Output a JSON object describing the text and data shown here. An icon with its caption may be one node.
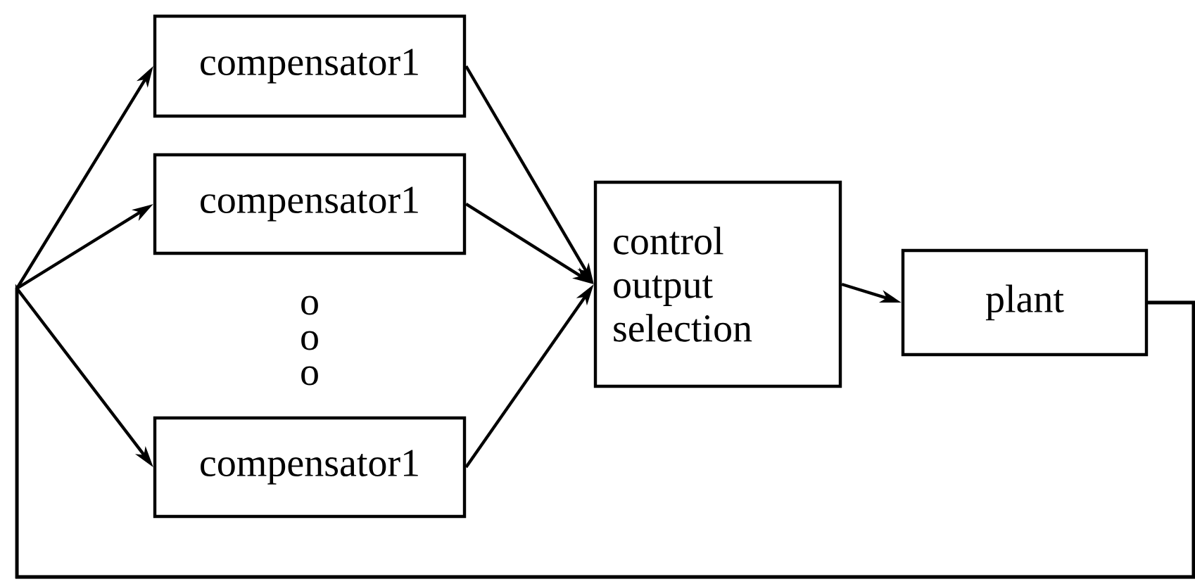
{
  "diagram": {
    "nodes": [
      {
        "text": [
          "compensator1"
        ]
      },
      {
        "text": [
          "compensator1"
        ]
      },
      {
        "text": [
          "compensator1"
        ]
      },
      {
        "text": [
          "control output selection"
        ]
      },
      {
        "text": [
          "plant"
        ]
      }
    ],
    "edges": [
      {
        "from": 0,
        "to": 3,
        "arrow": "to"
      },
      {
        "from": 1,
        "to": 3,
        "arrow": "to"
      },
      {
        "from": 2,
        "to": 3,
        "arrow": "to"
      },
      {
        "from": 3,
        "to": 4,
        "arrow": "to"
      },
      {
        "from": 4,
        "to": 0,
        "arrow": "to"
      },
      {
        "from": 4,
        "to": 1,
        "arrow": "to"
      },
      {
        "from": 4,
        "to": 2,
        "arrow": "to"
      }
    ],
    "labels": [
      "o",
      "o",
      "o"
    ]
  }
}
